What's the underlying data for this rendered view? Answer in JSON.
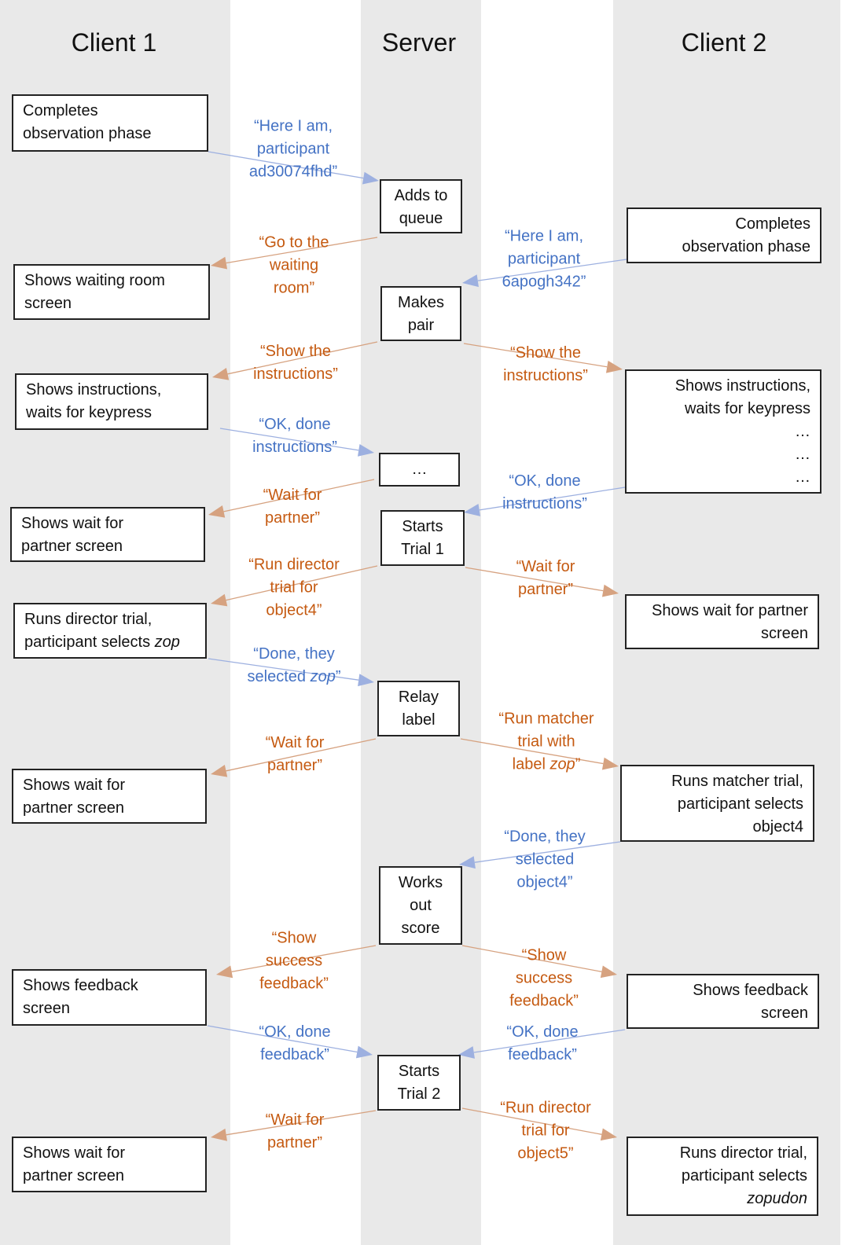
{
  "colors": {
    "request": "#4472C4",
    "response": "#C55A11",
    "request_line": "#9DB0E0",
    "response_line": "#D6A280",
    "lane": "#E9E9E9"
  },
  "columns": {
    "client1": "Client 1",
    "server": "Server",
    "client2": "Client 2"
  },
  "boxes": {
    "client1": [
      [
        [
          {
            "t": "Completes"
          }
        ],
        [
          {
            "t": "observation phase"
          }
        ]
      ],
      [
        [
          {
            "t": "Shows waiting room"
          }
        ],
        [
          {
            "t": "screen"
          }
        ]
      ],
      [
        [
          {
            "t": "Shows instructions,"
          }
        ],
        [
          {
            "t": "waits for keypress"
          }
        ]
      ],
      [
        [
          {
            "t": "Shows wait for"
          }
        ],
        [
          {
            "t": "partner screen"
          }
        ]
      ],
      [
        [
          {
            "t": "Runs director trial,"
          }
        ],
        [
          {
            "t": "participant selects "
          },
          {
            "t": "zop",
            "i": true
          }
        ]
      ],
      [
        [
          {
            "t": "Shows wait for"
          }
        ],
        [
          {
            "t": "partner screen"
          }
        ]
      ],
      [
        [
          {
            "t": "Shows feedback"
          }
        ],
        [
          {
            "t": "screen"
          }
        ]
      ],
      [
        [
          {
            "t": "Shows wait for"
          }
        ],
        [
          {
            "t": "partner screen"
          }
        ]
      ]
    ],
    "server": [
      [
        [
          {
            "t": "Adds to"
          }
        ],
        [
          {
            "t": "queue"
          }
        ]
      ],
      [
        [
          {
            "t": "Makes"
          }
        ],
        [
          {
            "t": "pair"
          }
        ]
      ],
      [
        [
          {
            "t": "…"
          }
        ]
      ],
      [
        [
          {
            "t": "Starts"
          }
        ],
        [
          {
            "t": "Trial 1"
          }
        ]
      ],
      [
        [
          {
            "t": "Relay"
          }
        ],
        [
          {
            "t": "label"
          }
        ]
      ],
      [
        [
          {
            "t": "Works"
          }
        ],
        [
          {
            "t": "out"
          }
        ],
        [
          {
            "t": "score"
          }
        ]
      ],
      [
        [
          {
            "t": "Starts"
          }
        ],
        [
          {
            "t": "Trial 2"
          }
        ]
      ]
    ],
    "client2": [
      [
        [
          {
            "t": "Completes"
          }
        ],
        [
          {
            "t": "observation phase"
          }
        ]
      ],
      [
        [
          {
            "t": "Shows instructions,"
          }
        ],
        [
          {
            "t": "waits for keypress"
          }
        ],
        [
          {
            "t": "…"
          }
        ],
        [
          {
            "t": "…"
          }
        ],
        [
          {
            "t": "…"
          }
        ]
      ],
      [
        [
          {
            "t": "Shows wait for partner"
          }
        ],
        [
          {
            "t": "screen"
          }
        ]
      ],
      [
        [
          {
            "t": "Runs matcher trial,"
          }
        ],
        [
          {
            "t": "participant selects"
          }
        ],
        [
          {
            "t": "object4"
          }
        ]
      ],
      [
        [
          {
            "t": "Shows feedback"
          }
        ],
        [
          {
            "t": "screen"
          }
        ]
      ],
      [
        [
          {
            "t": "Runs director trial,"
          }
        ],
        [
          {
            "t": "participant selects"
          }
        ],
        [
          {
            "t": "zopudon",
            "i": true
          }
        ]
      ]
    ]
  },
  "messages": [
    {
      "kind": "request",
      "lines": [
        [
          {
            "t": "“Here I am,"
          }
        ],
        [
          {
            "t": "participant"
          }
        ],
        [
          {
            "t": "ad30074fhd”"
          }
        ]
      ]
    },
    {
      "kind": "response",
      "lines": [
        [
          {
            "t": "“Go to the"
          }
        ],
        [
          {
            "t": "waiting"
          }
        ],
        [
          {
            "t": "room”"
          }
        ]
      ]
    },
    {
      "kind": "request",
      "lines": [
        [
          {
            "t": "“Here I am,"
          }
        ],
        [
          {
            "t": "participant"
          }
        ],
        [
          {
            "t": "6apogh342”"
          }
        ]
      ]
    },
    {
      "kind": "response",
      "lines": [
        [
          {
            "t": "“Show the"
          }
        ],
        [
          {
            "t": "instructions”"
          }
        ]
      ]
    },
    {
      "kind": "response",
      "lines": [
        [
          {
            "t": "“Show the"
          }
        ],
        [
          {
            "t": "instructions”"
          }
        ]
      ]
    },
    {
      "kind": "request",
      "lines": [
        [
          {
            "t": "“OK, done"
          }
        ],
        [
          {
            "t": "instructions”"
          }
        ]
      ]
    },
    {
      "kind": "request",
      "lines": [
        [
          {
            "t": "“OK, done"
          }
        ],
        [
          {
            "t": "instructions”"
          }
        ]
      ]
    },
    {
      "kind": "response",
      "lines": [
        [
          {
            "t": "“Wait for"
          }
        ],
        [
          {
            "t": "partner”"
          }
        ]
      ]
    },
    {
      "kind": "response",
      "lines": [
        [
          {
            "t": "“Run director"
          }
        ],
        [
          {
            "t": "trial for"
          }
        ],
        [
          {
            "t": "object4”"
          }
        ]
      ]
    },
    {
      "kind": "response",
      "lines": [
        [
          {
            "t": "“Wait for"
          }
        ],
        [
          {
            "t": "partner”"
          }
        ]
      ]
    },
    {
      "kind": "request",
      "lines": [
        [
          {
            "t": "“Done, they"
          }
        ],
        [
          {
            "t": "selected "
          },
          {
            "t": "zop",
            "i": true
          },
          {
            "t": "”"
          }
        ]
      ]
    },
    {
      "kind": "response",
      "lines": [
        [
          {
            "t": "“Wait for"
          }
        ],
        [
          {
            "t": "partner”"
          }
        ]
      ]
    },
    {
      "kind": "response",
      "lines": [
        [
          {
            "t": "“Run matcher"
          }
        ],
        [
          {
            "t": "trial with"
          }
        ],
        [
          {
            "t": "label "
          },
          {
            "t": "zop",
            "i": true
          },
          {
            "t": "”"
          }
        ]
      ]
    },
    {
      "kind": "request",
      "lines": [
        [
          {
            "t": "“Done, they"
          }
        ],
        [
          {
            "t": "selected"
          }
        ],
        [
          {
            "t": "object4”"
          }
        ]
      ]
    },
    {
      "kind": "response",
      "lines": [
        [
          {
            "t": "“Show"
          }
        ],
        [
          {
            "t": "success"
          }
        ],
        [
          {
            "t": "feedback”"
          }
        ]
      ]
    },
    {
      "kind": "response",
      "lines": [
        [
          {
            "t": "“Show"
          }
        ],
        [
          {
            "t": "success"
          }
        ],
        [
          {
            "t": "feedback”"
          }
        ]
      ]
    },
    {
      "kind": "request",
      "lines": [
        [
          {
            "t": "“OK, done"
          }
        ],
        [
          {
            "t": "feedback”"
          }
        ]
      ]
    },
    {
      "kind": "request",
      "lines": [
        [
          {
            "t": "“OK, done"
          }
        ],
        [
          {
            "t": "feedback”"
          }
        ]
      ]
    },
    {
      "kind": "response",
      "lines": [
        [
          {
            "t": "“Wait for"
          }
        ],
        [
          {
            "t": "partner”"
          }
        ]
      ]
    },
    {
      "kind": "response",
      "lines": [
        [
          {
            "t": "“Run director"
          }
        ],
        [
          {
            "t": "trial for"
          }
        ],
        [
          {
            "t": "object5”"
          }
        ]
      ]
    }
  ]
}
